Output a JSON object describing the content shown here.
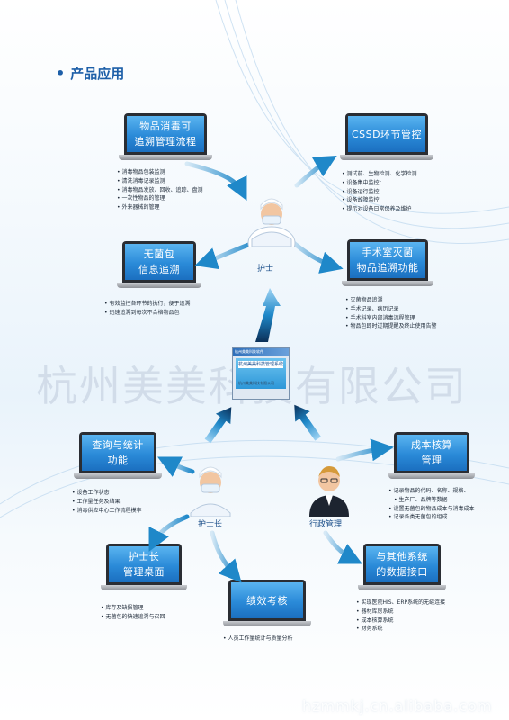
{
  "title": "产品应用",
  "laptops": [
    {
      "id": "trace",
      "lines": [
        "物品消毒可",
        "追溯管理流程"
      ]
    },
    {
      "id": "cssd",
      "lines": [
        "CSSD环节管控"
      ]
    },
    {
      "id": "sterile",
      "lines": [
        "无菌包",
        "信息追溯"
      ]
    },
    {
      "id": "or",
      "lines": [
        "手术室灭菌",
        "物品追溯功能"
      ]
    },
    {
      "id": "query",
      "lines": [
        "查询与统计",
        "功能"
      ]
    },
    {
      "id": "cost",
      "lines": [
        "成本核算",
        "管理"
      ]
    },
    {
      "id": "headnurse",
      "lines": [
        "护士长",
        "管理桌面"
      ]
    },
    {
      "id": "kpi",
      "lines": [
        "绩效考核"
      ]
    },
    {
      "id": "interface",
      "lines": [
        "与其他系统",
        "的数据接口"
      ]
    }
  ],
  "bullets": {
    "trace": [
      "消毒物品包装监测",
      "清洗消毒记录监测",
      "消毒物品发放、回收、追踪、盘测",
      "一次性物品的管理",
      "外来器械的管理"
    ],
    "cssd": [
      "测试前、生物检测、化学检测",
      "设备集中监控：",
      "设备运行监控",
      "设备故障监控",
      "提示对设备日常保养及维护"
    ],
    "sterile": [
      "有效监控各环节的执行，便于追溯",
      "迅速追溯到每次不合格物品包"
    ],
    "or": [
      "灭菌物品追溯",
      "手术记录、病历记录",
      "手术科室内部消毒流程管理",
      "物品包即时过期提醒及终止使用告警"
    ],
    "query": [
      "设备工作状态",
      "工作量任务及结果",
      "消毒供应中心工作流程模率"
    ],
    "cost": [
      "记录物品的代码、名称、规格、",
      "生产厂、品牌等数据",
      "设置无菌包的物品成本与消毒成本",
      "记录各类无菌包的组成"
    ],
    "headnurse": [
      "库存及缺损管理",
      "无菌包的快速追溯与召回"
    ],
    "kpi": [
      "人员工作量统计与质量分析"
    ],
    "interface": [
      "实现医院HIS、ERP系统的无缝连接",
      "器材库房系统",
      "成本核算系统",
      "财务系统"
    ]
  },
  "people": {
    "nurse": "护士",
    "head_nurse": "护士长",
    "admin": "行政管理"
  },
  "center_app": {
    "header": "杭州美美科技软件",
    "banner": "杭州美美科技管理系统",
    "footer": "杭州美美科技有限公司"
  },
  "watermark": "杭州美美科技有限公司",
  "bottom_watermark": "hzmmkj.cn.alibaba.com",
  "colors": {
    "accent": "#1d5fa8",
    "screen_blue": "#2a8ad8",
    "arrow_blue": "#1f88c9"
  }
}
